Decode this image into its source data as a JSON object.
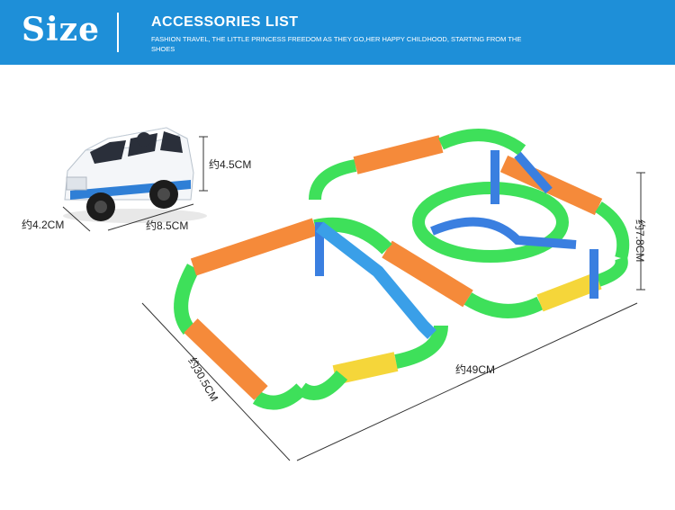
{
  "header": {
    "size_title": "Size",
    "accessories_title": "ACCESSORIES LIST",
    "accessories_subtitle": "FASHION TRAVEL, THE LITTLE PRINCESS FREEDOM AS THEY GO,HER HAPPY CHILDHOOD, STARTING FROM THE SHOES"
  },
  "dimensions": {
    "car_height": "约4.5CM",
    "car_width": "约4.2CM",
    "car_length": "约8.5CM",
    "track_height": "约7.8CM",
    "track_length": "约49CM",
    "track_width": "约30.5CM"
  },
  "colors": {
    "header_blue": "#1e8fd8",
    "track_green": "#3ee05a",
    "track_orange": "#f58a3a",
    "track_yellow": "#f5d63a",
    "support_blue": "#3a7fe0"
  }
}
